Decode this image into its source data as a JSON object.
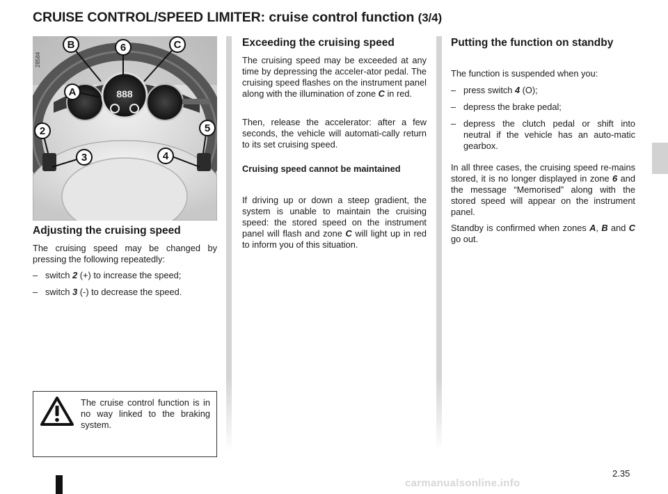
{
  "header": {
    "title": "CRUISE CONTROL/SPEED LIMITER: cruise control function",
    "title_suffix": "(3/4)"
  },
  "figure": {
    "ref_code": "28584",
    "instrument_readout": "888",
    "labels": {
      "B": "B",
      "six": "6",
      "C": "C",
      "A": "A",
      "two": "2",
      "five": "5",
      "three": "3",
      "four": "4"
    }
  },
  "col1": {
    "heading": "Adjusting the cruising speed",
    "intro": "The cruising speed may be changed by pressing the following repeatedly:",
    "items": [
      {
        "pre": "switch ",
        "key": "2",
        "post": " (+) to increase the speed;"
      },
      {
        "pre": "switch ",
        "key": "3",
        "post": " (-) to decrease the speed."
      }
    ]
  },
  "warning": {
    "icon": "warning-triangle-icon",
    "text": "The cruise control function is in no way linked to the braking system."
  },
  "col2": {
    "heading": "Exceeding the cruising speed",
    "p1_pre": "The cruising speed may be exceeded at any time by depressing the acceler-ator pedal. The cruising speed flashes on the instrument panel along with the illumination of zone ",
    "p1_key": "C",
    "p1_post": " in red.",
    "p2": "Then, release the accelerator: after a few seconds, the vehicle will automati-cally return to its set cruising speed.",
    "subheading": "Cruising speed cannot be maintained",
    "p3_pre": "If driving up or down a steep gradient, the system is unable to maintain the cruising speed: the stored speed on the instrument panel will flash and zone ",
    "p3_key": "C",
    "p3_post": " will light up in red to inform you of this situation."
  },
  "col3": {
    "heading": "Putting the function on standby",
    "intro": "The function is suspended when you:",
    "item1_pre": "press switch ",
    "item1_key": "4",
    "item1_post": " (O);",
    "item2": "depress the brake pedal;",
    "item3": "depress the clutch pedal or shift into neutral if the vehicle has an auto-matic gearbox.",
    "p1_pre": "In all three cases, the cruising speed re-mains stored, it is no longer displayed in zone ",
    "p1_key": "6",
    "p1_post": " and the message “Memorised” along with the stored speed will appear on the instrument panel.",
    "p2_pre": "Standby is confirmed when zones ",
    "p2_a": "A",
    "p2_mid": ", ",
    "p2_b": "B",
    "p2_and": " and ",
    "p2_c": "C",
    "p2_post": " go out."
  },
  "footer": {
    "page_number": "2.35",
    "watermark": "carmanualsonline.info"
  }
}
